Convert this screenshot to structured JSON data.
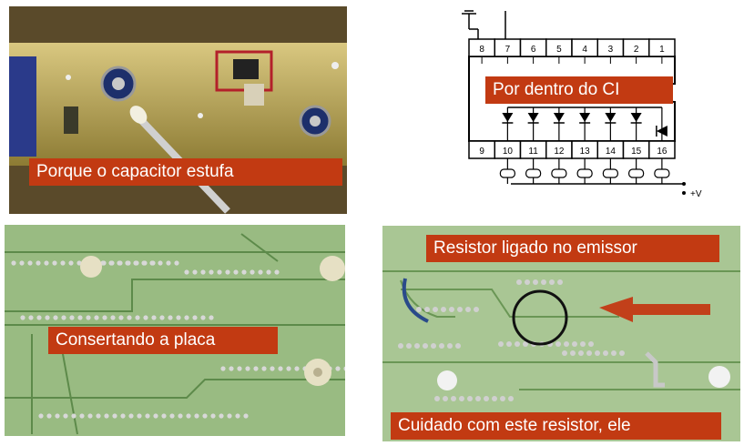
{
  "captions": {
    "top_left": "Porque o capacitor estufa",
    "top_right": "Por dentro do CI",
    "bottom_left": "Consertando a placa",
    "bottom_right_top": "Resistor ligado no emissor",
    "bottom_right_bottom": "Cuidado com este resistor, ele"
  },
  "ic_diagram": {
    "top_pins": [
      "8",
      "7",
      "6",
      "5",
      "4",
      "3",
      "2",
      "1"
    ],
    "bottom_pins": [
      "9",
      "10",
      "11",
      "12",
      "13",
      "14",
      "15",
      "16"
    ],
    "supply_label": "+V"
  },
  "colors": {
    "caption_bg": "#c23a12",
    "caption_text": "#ffffff",
    "board_yellow": "#c9b04a",
    "board_green": "#8fb37a",
    "arrow": "#c2401a"
  }
}
